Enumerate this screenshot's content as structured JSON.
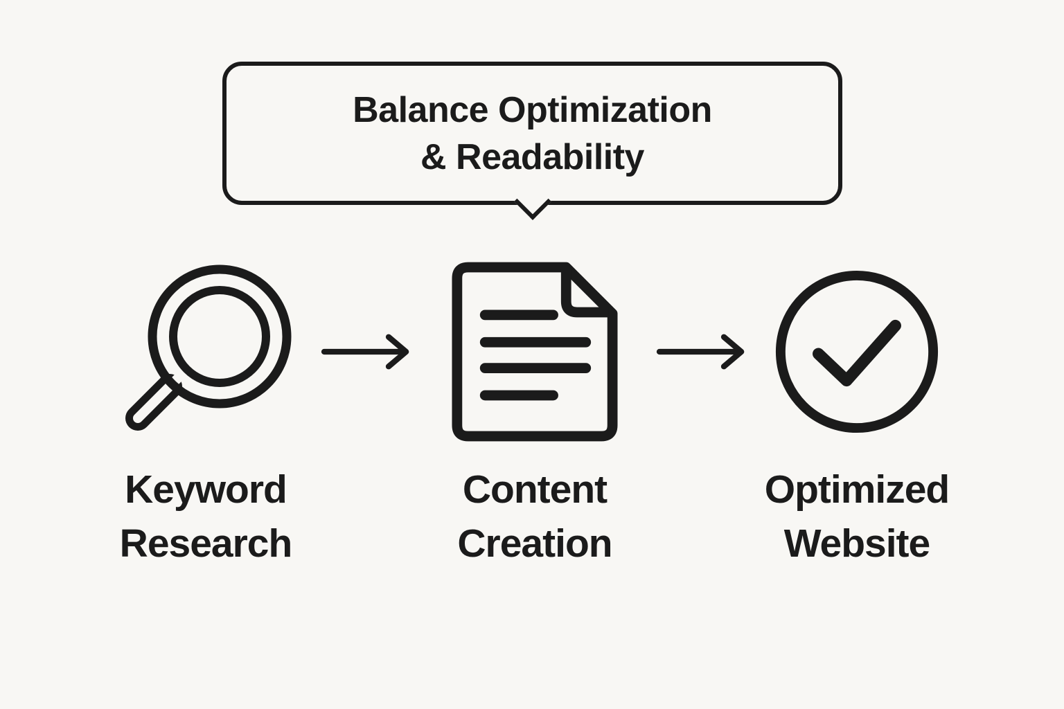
{
  "canvas": {
    "background": "#f8f7f4",
    "ink": "#1b1b1b"
  },
  "bubble": {
    "line1": "Balance Optimization",
    "line2": "& Readability"
  },
  "steps": [
    {
      "icon": "magnifier-icon",
      "lines": [
        "Keyword",
        "Research"
      ]
    },
    {
      "icon": "document-icon",
      "lines": [
        "Content",
        "Creation"
      ]
    },
    {
      "icon": "check-circle-icon",
      "lines": [
        "Optimized",
        "Website"
      ]
    }
  ],
  "arrows": [
    {
      "icon": "arrow-right-icon"
    },
    {
      "icon": "arrow-right-icon"
    }
  ]
}
